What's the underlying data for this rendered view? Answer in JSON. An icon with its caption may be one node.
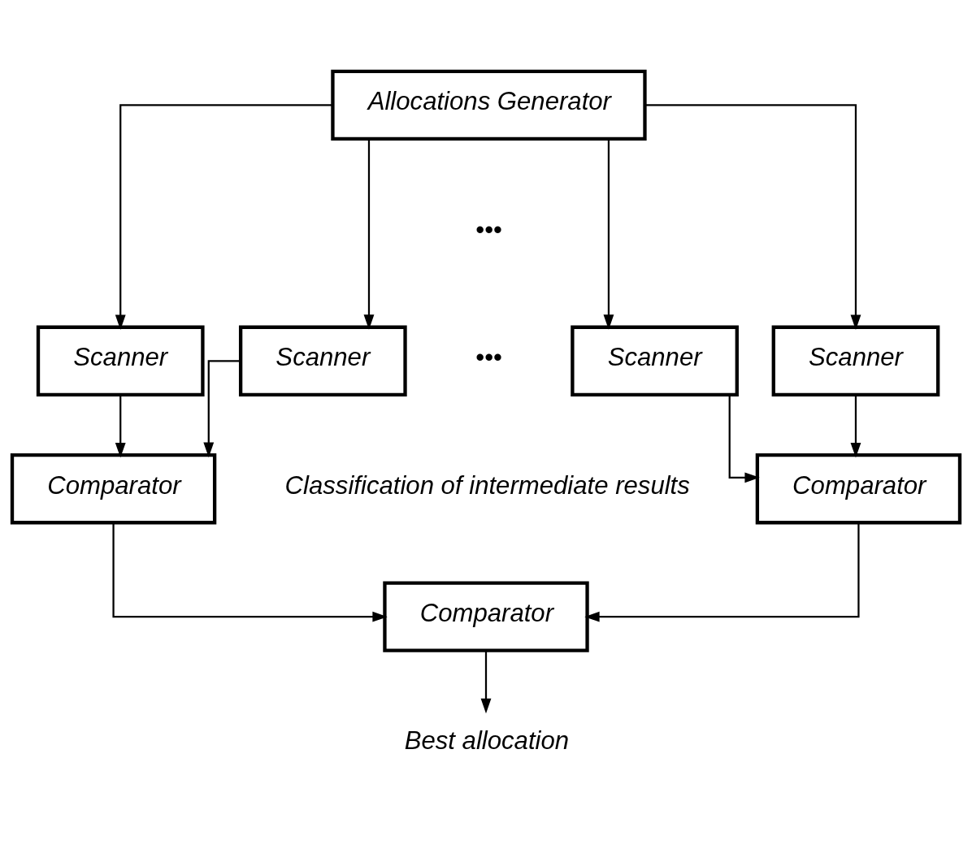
{
  "diagram": {
    "nodes": [
      {
        "text": [
          "Allocations Generator"
        ]
      },
      {
        "text": [
          "Scanner"
        ]
      },
      {
        "text": [
          "Scanner"
        ]
      },
      {
        "text": [
          "Scanner"
        ]
      },
      {
        "text": [
          "Scanner"
        ]
      },
      {
        "text": [
          "Comparator"
        ]
      },
      {
        "text": [
          "Comparator"
        ]
      },
      {
        "text": [
          "Comparator"
        ]
      },
      {
        "text": [
          "Best allocation"
        ]
      }
    ],
    "edges": [
      {
        "from": 0,
        "to": 1,
        "arrow": "to"
      },
      {
        "from": 0,
        "to": 2,
        "arrow": "to"
      },
      {
        "from": 0,
        "to": 3,
        "arrow": "to"
      },
      {
        "from": 0,
        "to": 4,
        "arrow": "to"
      },
      {
        "from": 1,
        "to": 5,
        "arrow": "to"
      },
      {
        "from": 2,
        "to": 5,
        "arrow": "to"
      },
      {
        "from": 3,
        "to": 6,
        "arrow": "to"
      },
      {
        "from": 4,
        "to": 6,
        "arrow": "to"
      },
      {
        "from": 5,
        "to": 7,
        "arrow": "to"
      },
      {
        "from": 6,
        "to": 7,
        "arrow": "to"
      },
      {
        "from": 7,
        "to": 8,
        "arrow": "to"
      }
    ],
    "labels": [
      "•••",
      "•••",
      "Classification of intermediate results"
    ]
  }
}
